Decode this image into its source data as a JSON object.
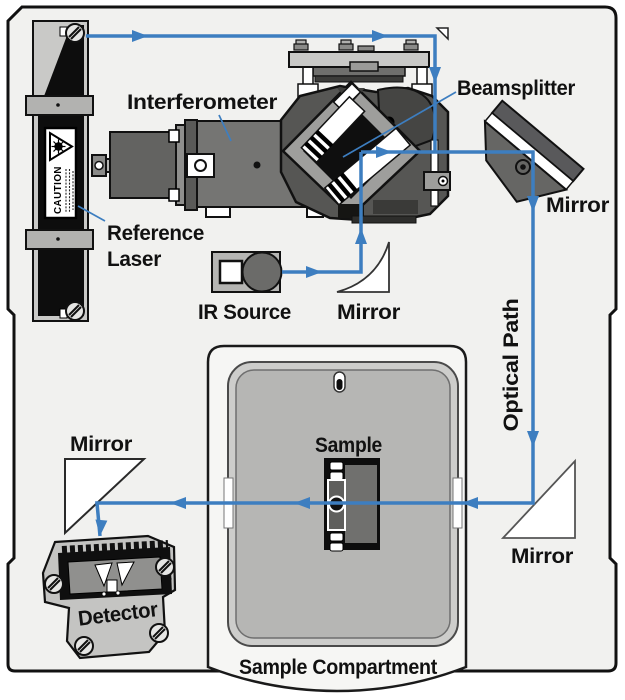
{
  "labels": {
    "interferometer": "Interferometer",
    "beamsplitter": "Beamsplitter",
    "reference_laser_line1": "Reference",
    "reference_laser_line2": "Laser",
    "ir_source": "IR Source",
    "mirror_center": "Mirror",
    "mirror_top_right": "Mirror",
    "optical_path": "Optical Path",
    "sample": "Sample",
    "sample_compartment": "Sample Compartment",
    "mirror_bottom_left": "Mirror",
    "mirror_bottom_right": "Mirror",
    "detector": "Detector",
    "caution": "CAUTION"
  },
  "colors": {
    "beam_blue": "#3d7ec0",
    "case_fill": "#f1f1ef",
    "panel_light": "#c9c9c7",
    "lid_gray": "#b6b6b4",
    "housing_dark": "#565654"
  }
}
